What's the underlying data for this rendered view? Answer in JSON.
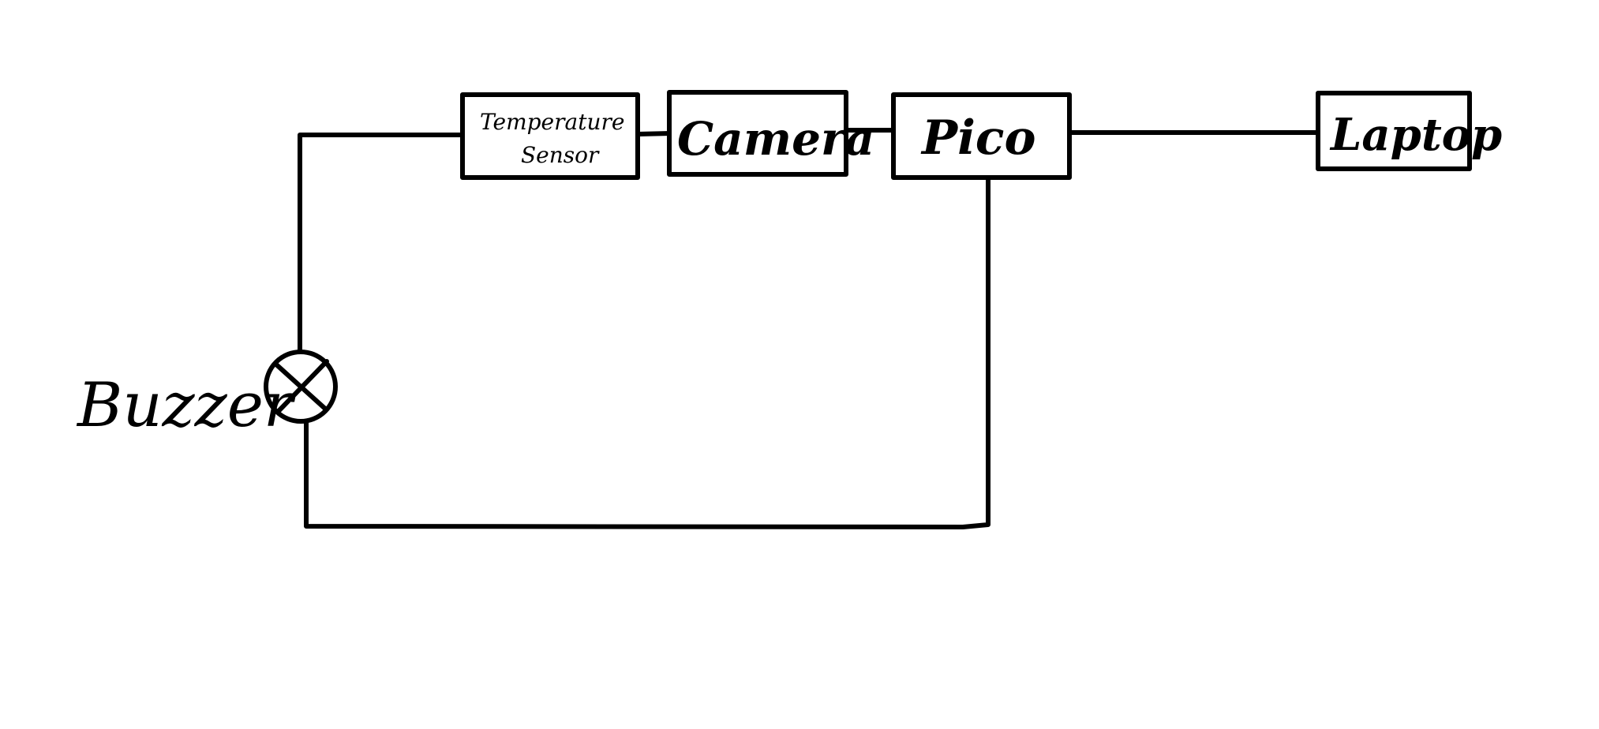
{
  "diagram": {
    "nodes": {
      "temperature_sensor": {
        "line1": "Temperature",
        "line2": "Sensor"
      },
      "camera": {
        "label": "Camera"
      },
      "pico": {
        "label": "Pico"
      },
      "laptop": {
        "label": "Laptop"
      },
      "buzzer": {
        "label": "Buzzer"
      }
    },
    "connections": [
      {
        "from": "Buzzer",
        "to": "Temperature Sensor"
      },
      {
        "from": "Temperature Sensor",
        "to": "Camera"
      },
      {
        "from": "Camera",
        "to": "Pico"
      },
      {
        "from": "Pico",
        "to": "Laptop"
      },
      {
        "from": "Pico",
        "to": "Buzzer"
      }
    ],
    "colors": {
      "stroke": "#000000",
      "background": "#ffffff"
    }
  }
}
